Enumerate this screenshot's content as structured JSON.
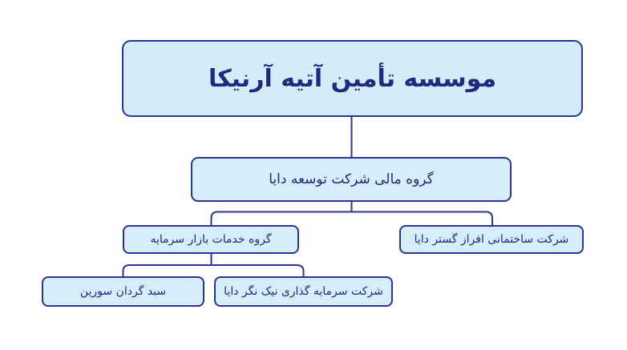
{
  "diagram": {
    "type": "org-chart",
    "direction": "rtl",
    "colors": {
      "border": "#2b3492",
      "line": "#2b3492",
      "text": "#1c2b80",
      "fill_root": "#d2ecfa",
      "fill_node": "#d6eefb",
      "background": "#ffffff"
    },
    "nodes": {
      "root": {
        "label": "موسسه تأمین آتیه آرنیکا",
        "level": 1
      },
      "l2": {
        "label": "گروه مالی شرکت توسعه دایا",
        "level": 2,
        "parent": "root"
      },
      "l3_left": {
        "label": "گروه خدمات بازار سرمایه",
        "level": 3,
        "parent": "l2"
      },
      "l3_right": {
        "label": "شرکت ساختمانی افراز گستر دایا",
        "level": 3,
        "parent": "l2"
      },
      "l4_left": {
        "label": "سبد گردان سورین",
        "level": 4,
        "parent": "l3_left"
      },
      "l4_right": {
        "label": "شرکت سرمایه گذاری نیک نگر دایا",
        "level": 4,
        "parent": "l3_left"
      }
    }
  }
}
